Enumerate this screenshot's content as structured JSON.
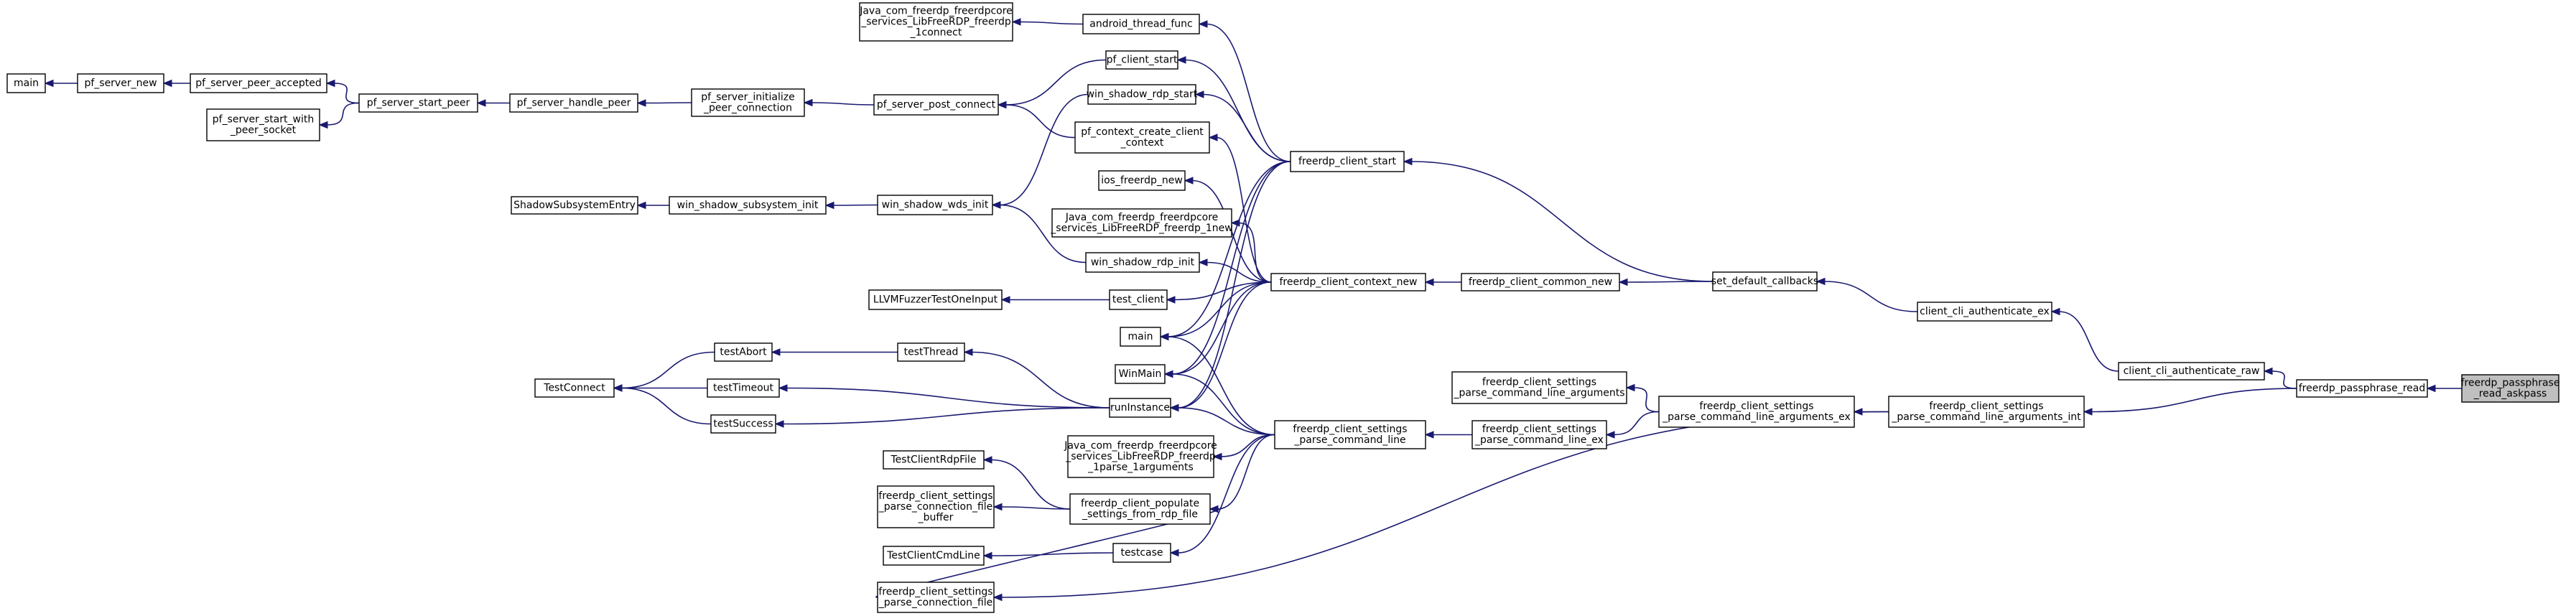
{
  "colors": {
    "edge": "#191970",
    "node_fill": "#ffffff",
    "root_fill": "#bfbfbf",
    "node_stroke": "#000000"
  },
  "nodes": {
    "n_askpass": [
      "freerdp_passphrase",
      "_read_askpass"
    ],
    "n_pread": [
      "freerdp_passphrase_read"
    ],
    "n_ccar": [
      "client_cli_authenticate_raw"
    ],
    "n_ccae": [
      "client_cli_authenticate_ex"
    ],
    "n_sdc": [
      "set_default_callbacks"
    ],
    "n_fccn": [
      "freerdp_client_common_new"
    ],
    "n_fcsn": [
      "freerdp_client_context_new"
    ],
    "n_fcs": [
      "freerdp_client_start"
    ],
    "n_fcspcla_int": [
      "freerdp_client_settings",
      "_parse_command_line_arguments_int"
    ],
    "n_fcspcla_ex": [
      "freerdp_client_settings",
      "_parse_command_line_arguments_ex"
    ],
    "n_fcspcla": [
      "freerdp_client_settings",
      "_parse_command_line_arguments"
    ],
    "n_fcspcl_ex": [
      "freerdp_client_settings",
      "_parse_command_line_ex"
    ],
    "n_fcspcl": [
      "freerdp_client_settings",
      "_parse_command_line"
    ],
    "n_fcspcf": [
      "freerdp_client_settings",
      "_parse_connection_file"
    ],
    "n_atf": [
      "android_thread_func"
    ],
    "n_java_connect": [
      "Java_com_freerdp_freerdpcore",
      "_services_LibFreeRDP_freerdp",
      "_1connect"
    ],
    "n_pfcs": [
      "pf_client_start"
    ],
    "n_wsrs": [
      "win_shadow_rdp_start"
    ],
    "n_pfccc": [
      "pf_context_create_client",
      "_context"
    ],
    "n_ios": [
      "ios_freerdp_new"
    ],
    "n_java_new": [
      "Java_com_freerdp_freerdpcore",
      "_services_LibFreeRDP_freerdp_1new"
    ],
    "n_wsri": [
      "win_shadow_rdp_init"
    ],
    "n_test_client": [
      "test_client"
    ],
    "n_main2": [
      "main"
    ],
    "n_winmain": [
      "WinMain"
    ],
    "n_runinstance": [
      "runInstance"
    ],
    "n_java_parse": [
      "Java_com_freerdp_freerdpcore",
      "_services_LibFreeRDP_freerdp",
      "_1parse_1arguments"
    ],
    "n_fcps": [
      "freerdp_client_populate",
      "_settings_from_rdp_file"
    ],
    "n_testcase": [
      "testcase"
    ],
    "n_pfspc": [
      "pf_server_post_connect"
    ],
    "n_wswi": [
      "win_shadow_wds_init"
    ],
    "n_pfsipc": [
      "pf_server_initialize",
      "_peer_connection"
    ],
    "n_pfshp": [
      "pf_server_handle_peer"
    ],
    "n_pfssp": [
      "pf_server_start_peer"
    ],
    "n_pfspa": [
      "pf_server_peer_accepted"
    ],
    "n_pfsn": [
      "pf_server_new"
    ],
    "n_main1": [
      "main"
    ],
    "n_pfsswps": [
      "pf_server_start_with",
      "_peer_socket"
    ],
    "n_wssi": [
      "win_shadow_subsystem_init"
    ],
    "n_sse": [
      "ShadowSubsystemEntry"
    ],
    "n_llvm": [
      "LLVMFuzzerTestOneInput"
    ],
    "n_testabort": [
      "testAbort"
    ],
    "n_testthread": [
      "testThread"
    ],
    "n_testtimeout": [
      "testTimeout"
    ],
    "n_testsuccess": [
      "testSuccess"
    ],
    "n_testconnect": [
      "TestConnect"
    ],
    "n_tcrf": [
      "TestClientRdpFile"
    ],
    "n_fcspcfb": [
      "freerdp_client_settings",
      "_parse_connection_file",
      "_buffer"
    ],
    "n_tccl": [
      "TestClientCmdLine"
    ]
  },
  "edges": [
    [
      "n_pread",
      "n_askpass"
    ],
    [
      "n_ccar",
      "n_pread"
    ],
    [
      "n_fcspcla_int",
      "n_pread"
    ],
    [
      "n_ccae",
      "n_ccar"
    ],
    [
      "n_sdc",
      "n_ccae"
    ],
    [
      "n_fccn",
      "n_sdc"
    ],
    [
      "n_fcs",
      "n_sdc"
    ],
    [
      "n_fcsn",
      "n_fccn"
    ],
    [
      "n_atf",
      "n_fcs"
    ],
    [
      "n_pfcs",
      "n_fcs"
    ],
    [
      "n_wsrs",
      "n_fcs"
    ],
    [
      "n_runinstance",
      "n_fcs"
    ],
    [
      "n_main2",
      "n_fcs"
    ],
    [
      "n_winmain",
      "n_fcs"
    ],
    [
      "n_java_connect",
      "n_atf"
    ],
    [
      "n_pfspc",
      "n_pfcs"
    ],
    [
      "n_wswi",
      "n_wsrs"
    ],
    [
      "n_pfccc",
      "n_fcsn"
    ],
    [
      "n_ios",
      "n_fcsn"
    ],
    [
      "n_java_new",
      "n_fcsn"
    ],
    [
      "n_wsri",
      "n_fcsn"
    ],
    [
      "n_test_client",
      "n_fcsn"
    ],
    [
      "n_main2",
      "n_fcsn"
    ],
    [
      "n_winmain",
      "n_fcsn"
    ],
    [
      "n_runinstance",
      "n_fcsn"
    ],
    [
      "n_pfspc",
      "n_pfccc"
    ],
    [
      "n_wswi",
      "n_wsri"
    ],
    [
      "n_llvm",
      "n_test_client"
    ],
    [
      "n_fcspcla_ex",
      "n_fcspcla_int"
    ],
    [
      "n_fcspcf",
      "n_fcspcla_int"
    ],
    [
      "n_fcspcla",
      "n_fcspcla_ex"
    ],
    [
      "n_fcspcl_ex",
      "n_fcspcla_ex"
    ],
    [
      "n_fcspcl",
      "n_fcspcl_ex"
    ],
    [
      "n_main2",
      "n_fcspcl"
    ],
    [
      "n_winmain",
      "n_fcspcl"
    ],
    [
      "n_runinstance",
      "n_fcspcl"
    ],
    [
      "n_java_parse",
      "n_fcspcl"
    ],
    [
      "n_fcps",
      "n_fcspcl"
    ],
    [
      "n_testcase",
      "n_fcspcl"
    ],
    [
      "n_fcps",
      "n_fcspcf"
    ],
    [
      "n_tcrf",
      "n_fcps"
    ],
    [
      "n_fcspcfb",
      "n_fcps"
    ],
    [
      "n_tccl",
      "n_testcase"
    ],
    [
      "n_testthread",
      "n_runinstance"
    ],
    [
      "n_testtimeout",
      "n_runinstance"
    ],
    [
      "n_testsuccess",
      "n_runinstance"
    ],
    [
      "n_testabort",
      "n_testthread"
    ],
    [
      "n_testconnect",
      "n_testabort"
    ],
    [
      "n_testconnect",
      "n_testtimeout"
    ],
    [
      "n_testconnect",
      "n_testsuccess"
    ],
    [
      "n_pfsipc",
      "n_pfspc"
    ],
    [
      "n_pfshp",
      "n_pfsipc"
    ],
    [
      "n_pfssp",
      "n_pfshp"
    ],
    [
      "n_pfspa",
      "n_pfssp"
    ],
    [
      "n_pfsswps",
      "n_pfssp"
    ],
    [
      "n_pfsn",
      "n_pfspa"
    ],
    [
      "n_main1",
      "n_pfsn"
    ],
    [
      "n_wssi",
      "n_wswi"
    ],
    [
      "n_sse",
      "n_wssi"
    ]
  ]
}
